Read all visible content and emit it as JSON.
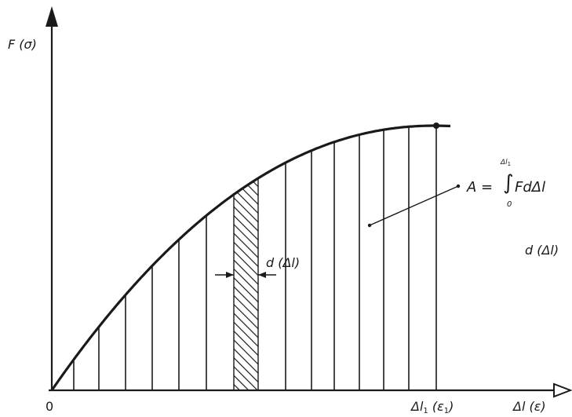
{
  "y_axis_label": "F (σ)",
  "x_axis_label": "Δl (ε)",
  "origin_label": "0",
  "x_end_label": {
    "main": "Δl",
    "sub": "1",
    "tail": " (ε",
    "tail_sub": "1",
    "close": ")"
  },
  "strip_label": "d (Δl)",
  "side_label": "d (Δl)",
  "area_formula": {
    "lhs": "A =",
    "upper": "Δl",
    "upper_sub": "1",
    "lower": "0",
    "integrand": "FdΔl"
  },
  "colors": {
    "ink": "#1a1a1a",
    "background": "#ffffff"
  }
}
